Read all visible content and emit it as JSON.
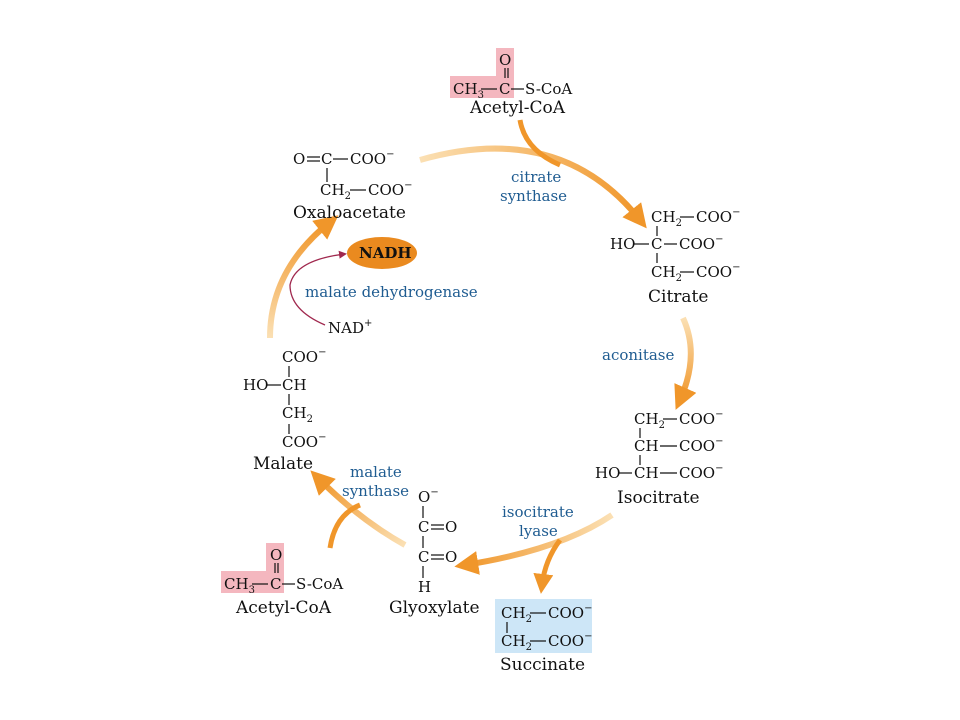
{
  "colors": {
    "arrow_orange": "#f0962a",
    "arrow_light": "#f8d7a0",
    "enzyme_text": "#1f5c91",
    "acetyl_highlight": "#f4b7bf",
    "succinate_highlight": "#cde6f7",
    "nadh_fill": "#ea8a1f",
    "nad_arrow": "#a0284e"
  },
  "compounds": {
    "acetyl_coa_top": {
      "name": "Acetyl-CoA",
      "o": "O",
      "ch3": "CH",
      "ch3_sub": "3",
      "c": "C",
      "scoa": "S-CoA"
    },
    "oxaloacetate": {
      "name": "Oxaloacetate",
      "o": "O",
      "c": "C",
      "coo1": "COO",
      "ch2": "CH",
      "ch2_sub": "2",
      "coo2": "COO",
      "minus": "−"
    },
    "citrate": {
      "name": "Citrate",
      "ch2a": "CH",
      "ch2a_sub": "2",
      "coo1": "COO",
      "ho": "HO",
      "c": "C",
      "coo2": "COO",
      "ch2b": "CH",
      "ch2b_sub": "2",
      "coo3": "COO",
      "minus": "−"
    },
    "isocitrate": {
      "name": "Isocitrate",
      "ch2": "CH",
      "ch2_sub": "2",
      "coo1": "COO",
      "ch_a": "CH",
      "coo2": "COO",
      "ho": "HO",
      "ch_b": "CH",
      "coo3": "COO",
      "minus": "−"
    },
    "succinate": {
      "name": "Succinate",
      "ch2a": "CH",
      "ch2a_sub": "2",
      "coo1": "COO",
      "ch2b": "CH",
      "ch2b_sub": "2",
      "coo2": "COO",
      "minus": "−"
    },
    "glyoxylate": {
      "name": "Glyoxylate",
      "o_minus": "O",
      "c1": "C",
      "o1": "O",
      "c2": "C",
      "o2": "O",
      "h": "H",
      "minus": "−"
    },
    "malate": {
      "name": "Malate",
      "coo1": "COO",
      "ho": "HO",
      "ch": "CH",
      "ch2": "CH",
      "ch2_sub": "2",
      "coo2": "COO",
      "minus": "−"
    },
    "acetyl_coa_bottom": {
      "name": "Acetyl-CoA",
      "o": "O",
      "ch3": "CH",
      "ch3_sub": "3",
      "c": "C",
      "scoa": "S-CoA"
    }
  },
  "enzymes": {
    "citrate_synthase_1": "citrate",
    "citrate_synthase_2": "synthase",
    "aconitase": "aconitase",
    "isocitrate_lyase_1": "isocitrate",
    "isocitrate_lyase_2": "lyase",
    "malate_synthase_1": "malate",
    "malate_synthase_2": "synthase",
    "malate_dehydrogenase": "malate dehydrogenase"
  },
  "cofactors": {
    "nadh": "NADH",
    "nad": "NAD",
    "nad_sup": "+"
  }
}
